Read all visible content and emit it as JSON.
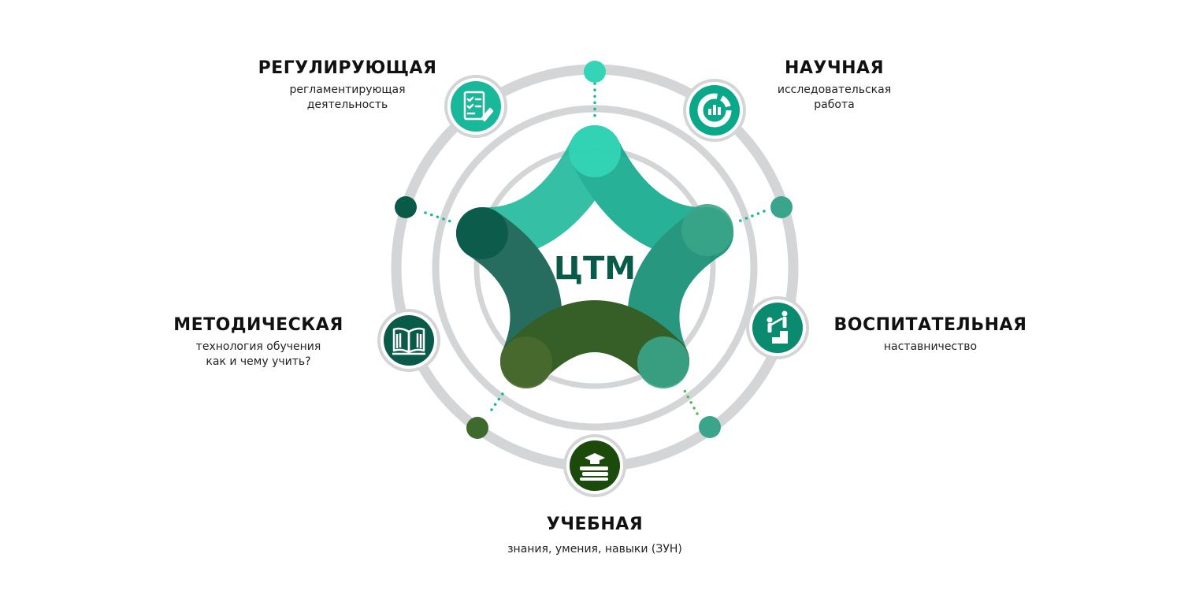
{
  "center_label": "ЦТМ",
  "colors": {
    "ring": "#d4d5d7",
    "teal_light": "#34d5b7",
    "teal": "#1ab89a",
    "teal_mid": "#0aa88a",
    "green_dark": "#0a5a4a",
    "green_forest": "#1b4a0a",
    "green_olive": "#3f6a2e",
    "teal_muted": "#3aa58a"
  },
  "segments": [
    {
      "id": "regulatory",
      "title": "РЕГУЛИРУЮЩАЯ",
      "subtitle": [
        "регламентирующая",
        "деятельность"
      ],
      "icon": "checklist-document-icon",
      "color": "#1ab89a"
    },
    {
      "id": "scientific",
      "title": "НАУЧНАЯ",
      "subtitle": [
        "исследовательская",
        "работа"
      ],
      "icon": "donut-chart-icon",
      "color": "#0aa88a"
    },
    {
      "id": "educational",
      "title": "ВОСПИТАТЕЛЬНАЯ",
      "subtitle": [
        "наставничество"
      ],
      "icon": "mentoring-stairs-icon",
      "color": "#0a8a6e"
    },
    {
      "id": "learning",
      "title": "УЧЕБНАЯ",
      "subtitle": [
        "знания, умения, навыки (ЗУН)"
      ],
      "icon": "graduation-books-icon",
      "color": "#1b4a0a"
    },
    {
      "id": "methodical",
      "title": "МЕТОДИЧЕСКАЯ",
      "subtitle": [
        "технология обучения",
        "как и чему учить?"
      ],
      "icon": "open-book-icon",
      "color": "#0a5a4a"
    }
  ]
}
